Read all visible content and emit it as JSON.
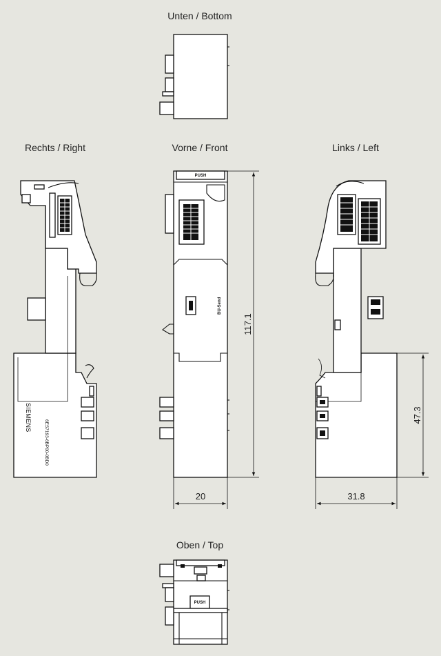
{
  "views": {
    "bottom": "Unten / Bottom",
    "right": "Rechts / Right",
    "front": "Vorne / Front",
    "left": "Links / Left",
    "top": "Oben / Top"
  },
  "dimensions": {
    "height": "117.1",
    "width_front": "20",
    "width_side": "31.8",
    "lower_height": "47.3"
  },
  "labels": {
    "push": "PUSH",
    "brand": "SIEMENS",
    "part_number": "6ES7193-6BP00-0BD0",
    "module_mark": "BU-Send"
  },
  "colors": {
    "background": "#e6e6e0",
    "line": "#111111",
    "fill": "#ffffff"
  }
}
